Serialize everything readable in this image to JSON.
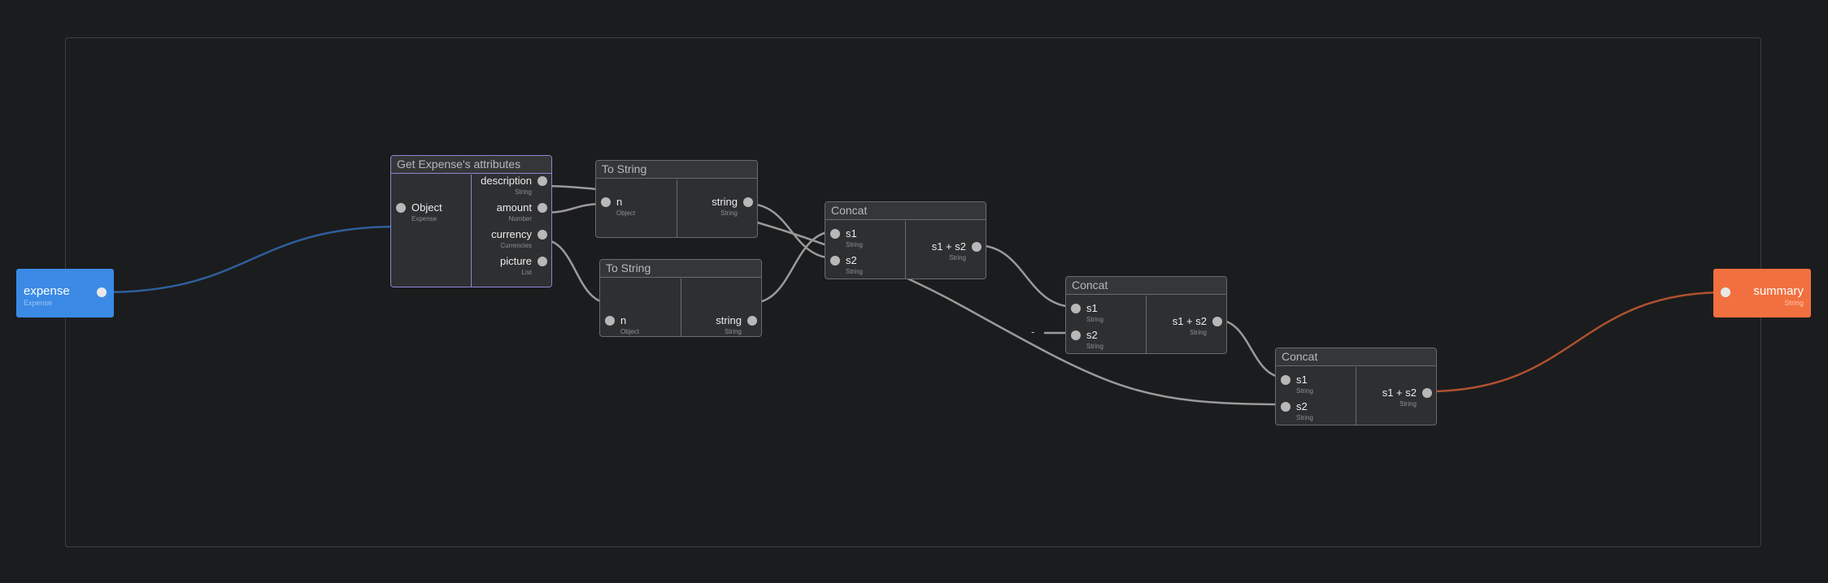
{
  "graph": {
    "input": {
      "label": "expense",
      "type": "Expense",
      "color": "#3a8ae6"
    },
    "output": {
      "label": "summary",
      "type": "String",
      "color": "#f2703f"
    },
    "nodes": {
      "get_attrs": {
        "title": "Get Expense's attributes",
        "inputs": [
          {
            "name": "Object",
            "type": "Expense"
          }
        ],
        "outputs": [
          {
            "name": "description",
            "type": "String"
          },
          {
            "name": "amount",
            "type": "Number"
          },
          {
            "name": "currency",
            "type": "Currencies"
          },
          {
            "name": "picture",
            "type": "List"
          }
        ]
      },
      "to_string_1": {
        "title": "To String",
        "inputs": [
          {
            "name": "n",
            "type": "Object"
          }
        ],
        "outputs": [
          {
            "name": "string",
            "type": "String"
          }
        ]
      },
      "to_string_2": {
        "title": "To String",
        "inputs": [
          {
            "name": "n",
            "type": "Object"
          }
        ],
        "outputs": [
          {
            "name": "string",
            "type": "String"
          }
        ]
      },
      "concat_1": {
        "title": "Concat",
        "inputs": [
          {
            "name": "s1",
            "type": "String"
          },
          {
            "name": "s2",
            "type": "String"
          }
        ],
        "outputs": [
          {
            "name": "s1 + s2",
            "type": "String"
          }
        ]
      },
      "concat_2": {
        "title": "Concat",
        "inputs": [
          {
            "name": "s1",
            "type": "String"
          },
          {
            "name": "s2",
            "type": "String"
          }
        ],
        "outputs": [
          {
            "name": "s1 + s2",
            "type": "String"
          }
        ],
        "constant_s2": "-"
      },
      "concat_3": {
        "title": "Concat",
        "inputs": [
          {
            "name": "s1",
            "type": "String"
          },
          {
            "name": "s2",
            "type": "String"
          }
        ],
        "outputs": [
          {
            "name": "s1 + s2",
            "type": "String"
          }
        ]
      }
    },
    "wire_colors": {
      "default": "#9a9a9a",
      "input": "#2f5f9c",
      "output": "#b0512f"
    }
  }
}
